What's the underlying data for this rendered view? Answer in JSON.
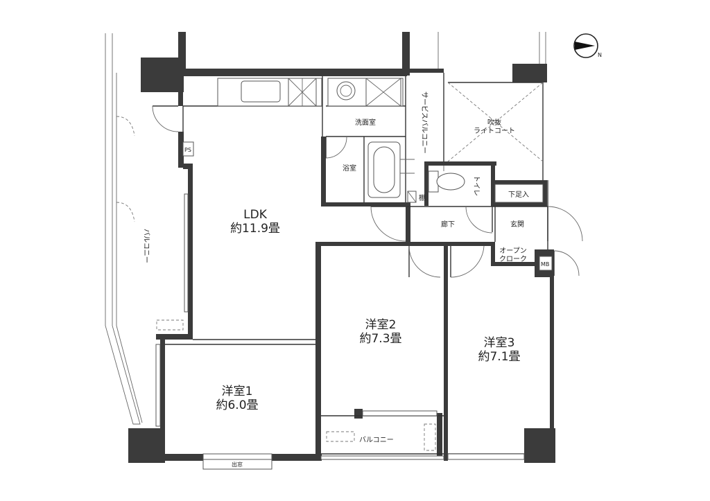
{
  "rooms": {
    "ldk_name": "LDK",
    "ldk_size": "約11.9畳",
    "room1_name": "洋室1",
    "room1_size": "約6.0畳",
    "room2_name": "洋室2",
    "room2_size": "約7.3畳",
    "room3_name": "洋室3",
    "room3_size": "約7.1畳"
  },
  "areas": {
    "balcony_west": "バルコニー",
    "balcony_south": "バルコニー",
    "washroom": "洗面室",
    "bath": "浴室",
    "toilet": "トイレ",
    "shelf": "棚",
    "hallway": "廊下",
    "entrance": "玄関",
    "shoe_storage": "下足入",
    "open_closet_1": "オープン",
    "open_closet_2": "クローク",
    "service_balcony": "サービスバルコニー",
    "lightcourt_1": "吹抜",
    "lightcourt_2": "ライトコート",
    "bay_window": "出窓",
    "ps": "PS",
    "mb": "MB"
  },
  "compass": {
    "north": "N"
  }
}
